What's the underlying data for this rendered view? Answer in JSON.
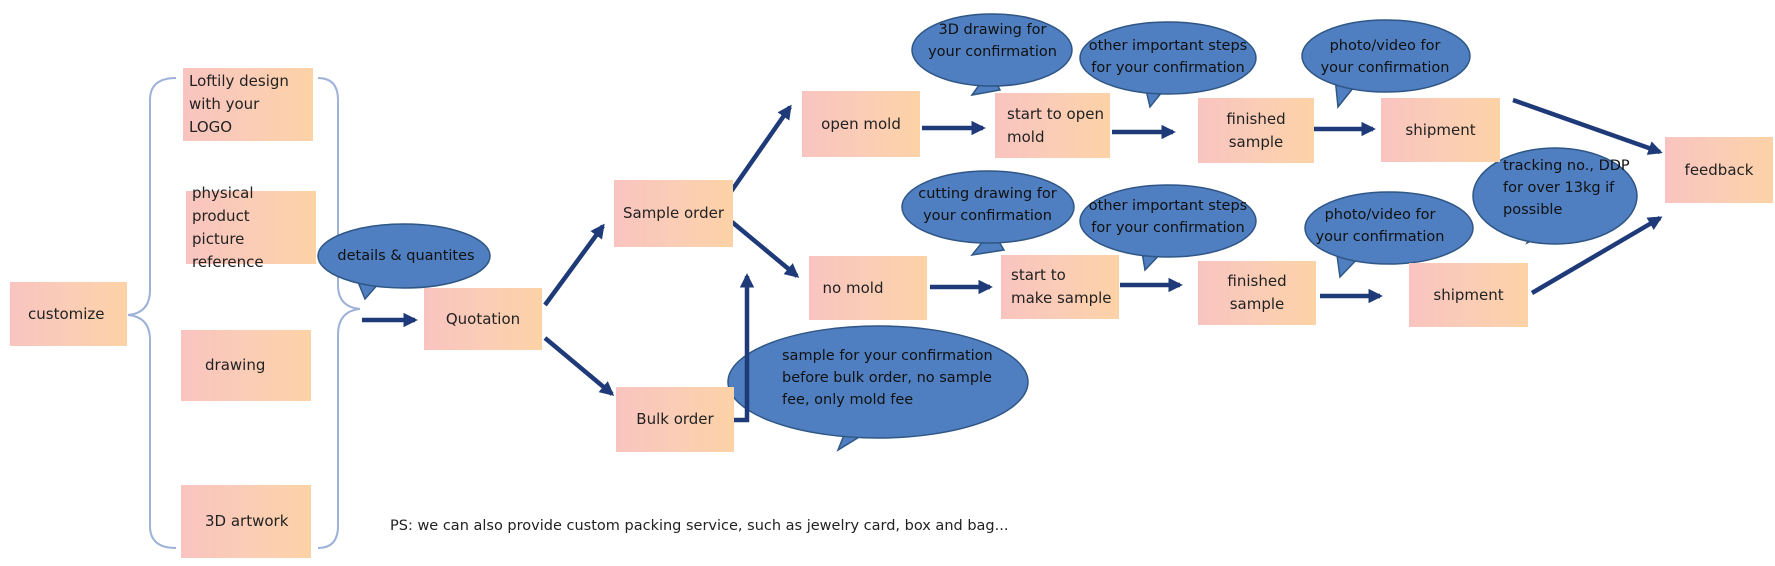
{
  "colors": {
    "box_left": "#f9c4c0",
    "box_right": "#fdd2a6",
    "bubble_fill": "#4f7fc0",
    "bubble_stroke": "#2f5685",
    "arrow": "#1f3a78",
    "bracket": "#9fb2d8"
  },
  "boxes": {
    "customize": "customize",
    "logo_design": "Loftily design\nwith your LOGO",
    "physical_ref": "physical product\npicture reference",
    "drawing": "drawing",
    "artwork_3d": "3D artwork",
    "quotation": "Quotation",
    "sample_order": "Sample order",
    "bulk_order": "Bulk order",
    "open_mold": "open mold",
    "no_mold": "no mold",
    "start_open_mold": "start to open\nmold",
    "start_make_sample": "start to\nmake sample",
    "finished_sample_1": "finished\nsample",
    "finished_sample_2": "finished\nsample",
    "shipment_1": "shipment",
    "shipment_2": "shipment",
    "feedback": "feedback"
  },
  "bubbles": {
    "details": "details & quantites",
    "drawing_3d": "3D drawing for\nyour confirmation",
    "other_steps_1": "other important steps\nfor your confirmation",
    "photo_video_1": "photo/video for\nyour confirmation",
    "cutting_drawing": "cutting drawing for\nyour confirmation",
    "other_steps_2": "other important steps\nfor your confirmation",
    "photo_video_2": "photo/video for\nyour confirmation",
    "tracking": "tracking no., DDP\nfor over 13kg if\npossible",
    "sample_note": "sample for your confirmation\n before bulk order, no sample\nfee, only mold fee"
  },
  "note": "PS: we can also provide custom packing service, such as jewelry card, box and bag..."
}
